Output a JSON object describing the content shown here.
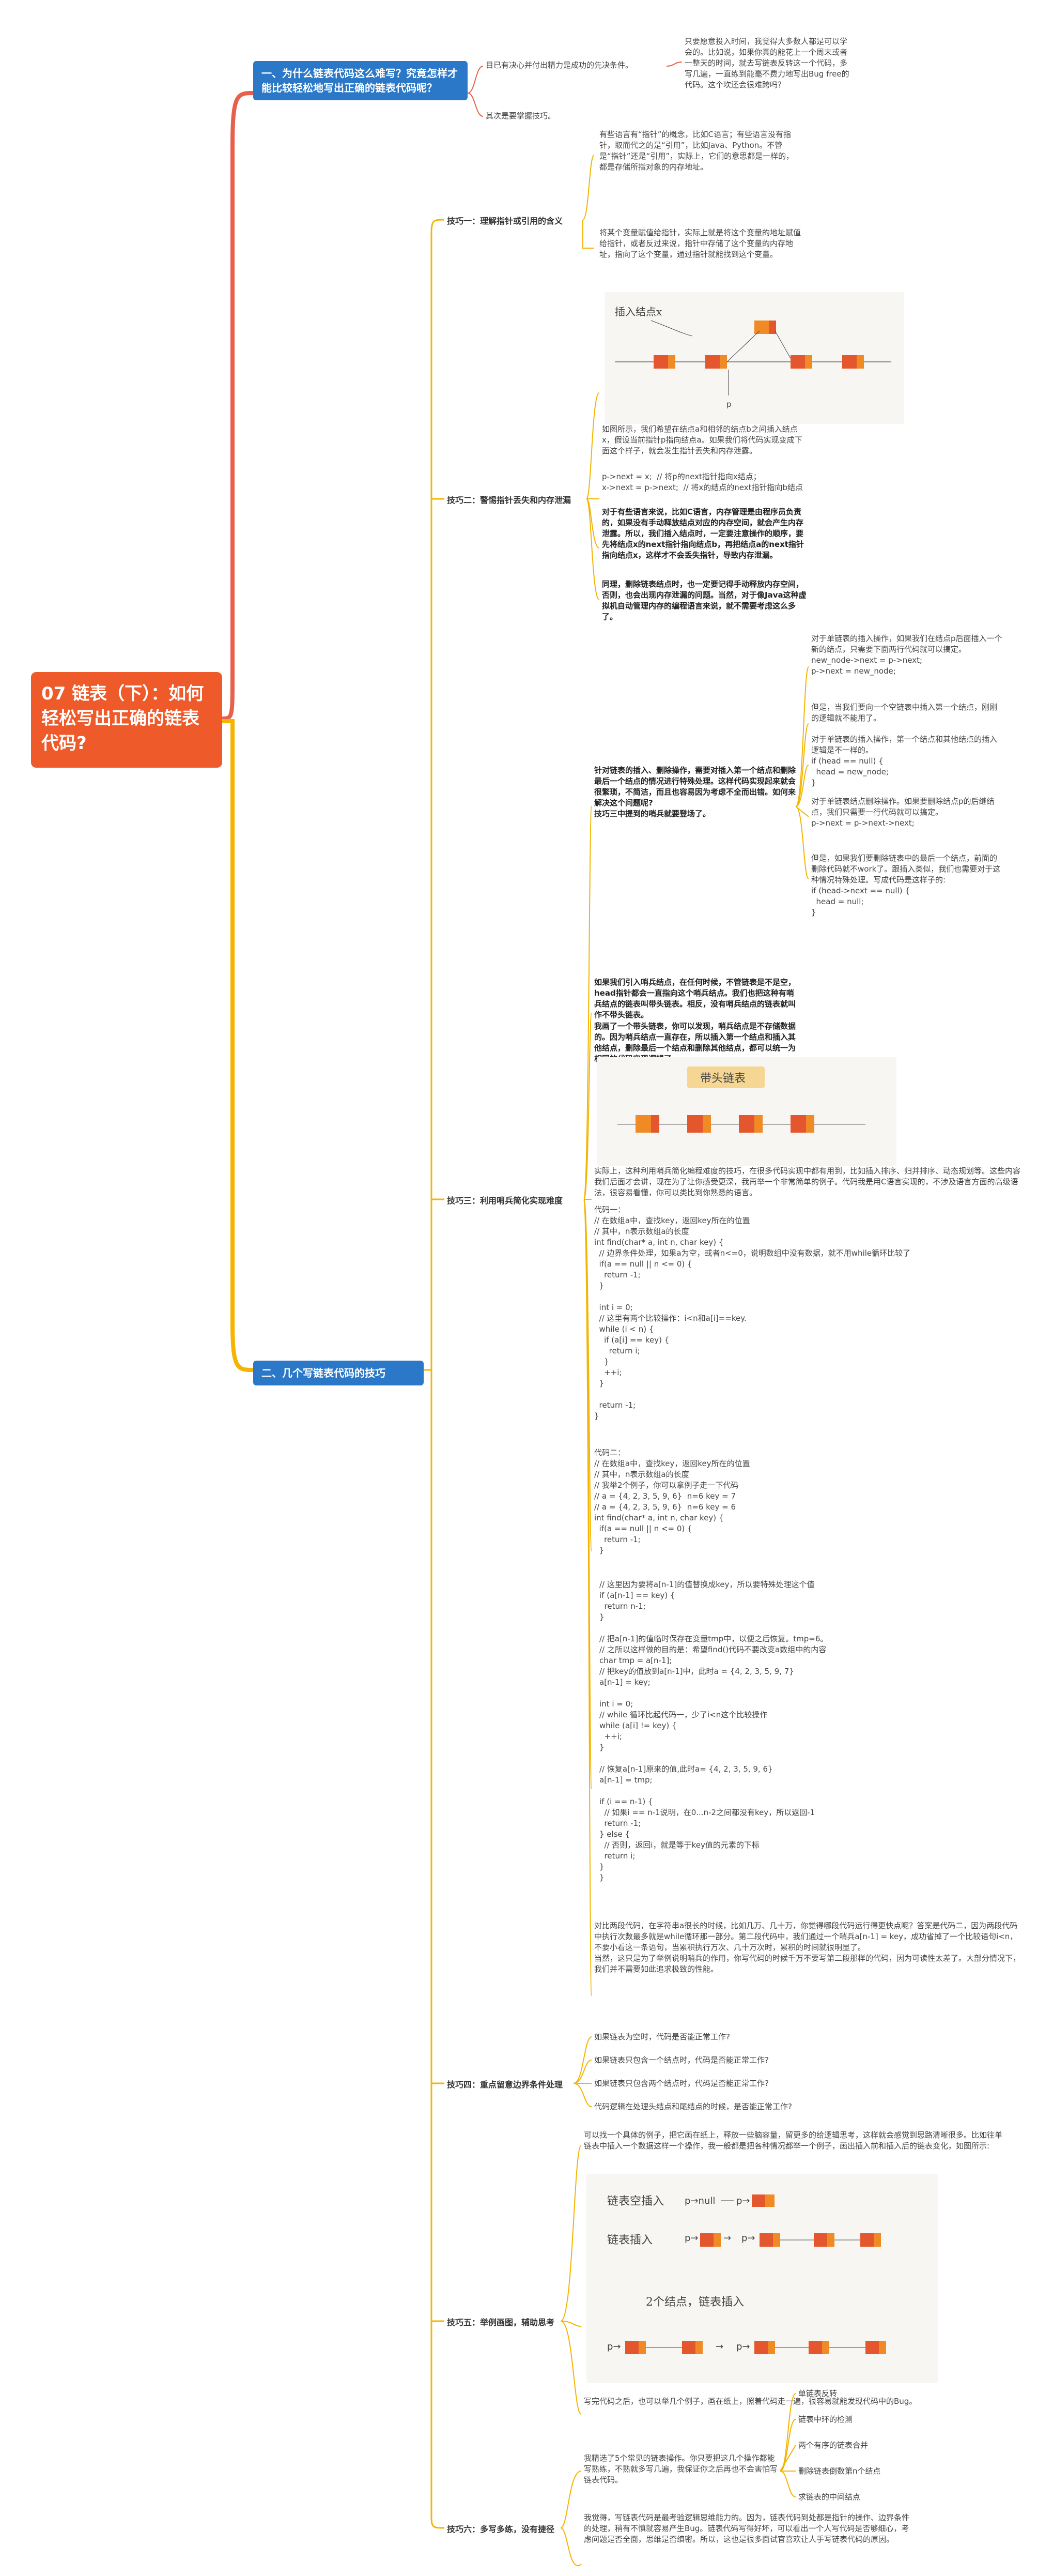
{
  "root": {
    "title": "07 链表（下）：如何轻松写出正确的链表代码?"
  },
  "colors": {
    "root": "#ef5a2a",
    "branch1": "#e8604c",
    "branch2": "#f4b400",
    "topic": "#2a78c7",
    "node_orange": "#f08a24",
    "node_red": "#e4572e"
  },
  "branch1": {
    "title": "一、为什么链表代码这么难写？究竟怎样才能比较轻松地写出正确的链表代码呢？",
    "child1": "只要愿意投入时间，我觉得大多数人都是可以学会的。比如说，如果你真的能花上一个周末或者一整天的时间，就去写链表反转这一个代码，多写几遍，一直练到能毫不费力地写出Bug free的代码。这个坎还会很难跨吗？",
    "child1_parent": "目已有决心并付出精力是成功的先决条件。",
    "child2": "其次是要掌握技巧。"
  },
  "branch2": {
    "title": "二、几个写链表代码的技巧",
    "tips": [
      {
        "label": "技巧一：理解指针或引用的含义",
        "notes": [
          "有些语言有“指针”的概念，比如C语言；有些语言没有指针，取而代之的是“引用”，比如Java、Python。不管是“指针”还是“引用”，实际上，它们的意思都是一样的，都是存储所指对象的内存地址。",
          "将某个变量赋值给指针，实际上就是将这个变量的地址赋值给指针，或者反过来说，指针中存储了这个变量的内存地址，指向了这个变量，通过指针就能找到这个变量。"
        ]
      },
      {
        "label": "技巧二：警惕指针丢失和内存泄漏",
        "sketch_caption": "插入结点x",
        "notes": [
          "如图所示，我们希望在结点a和相邻的结点b之间插入结点x，假设当前指针p指向结点a。如果我们将代码实现变成下面这个样子，就会发生指针丢失和内存泄露。",
          "p->next = x;  // 将p的next指针指向x结点；\nx->next = p->next;  // 将x的结点的next指针指向b结点"
        ],
        "bold_notes": [
          "对于有些语言来说，比如C语言，内存管理是由程序员负责的，如果没有手动释放结点对应的内存空间，就会产生内存泄露。所以，我们插入结点时，一定要注意操作的顺序，要先将结点x的next指针指向结点b，再把结点a的next指针指向结点x，这样才不会丢失指针，导致内存泄漏。",
          "同理，删除链表结点时，也一定要记得手动释放内存空间，否则，也会出现内存泄漏的问题。当然，对于像Java这种虚拟机自动管理内存的编程语言来说，就不需要考虑这么多了。"
        ]
      },
      {
        "label": "技巧三：利用哨兵简化实现难度",
        "intro": "针对链表的插入、删除操作，需要对插入第一个结点和删除最后一个结点的情况进行特殊处理。这样代码实现起来就会很繁琐，不简洁，而且也容易因为考虑不全而出错。如何来解决这个问题呢?\n技巧三中提到的哨兵就要登场了。",
        "right_notes": [
          "对于单链表的插入操作，如果我们在结点p后面插入一个新的结点，只需要下面两行代码就可以搞定。\nnew_node->next = p->next;\np->next = new_node;",
          "但是，当我们要向一个空链表中插入第一个结点，刚刚的逻辑就不能用了。",
          "对于单链表的插入操作，第一个结点和其他结点的插入逻辑是不一样的。\nif (head == null) {\n  head = new_node;\n}",
          "对于单链表结点删除操作。如果要删除结点p的后继结点，我们只需要一行代码就可以搞定。\np->next = p->next->next;",
          "但是，如果我们要删除链表中的最后一个结点，前面的删除代码就不work了。跟插入类似，我们也需要对于这种情况特殊处理。写成代码是这样子的:\nif (head->next == null) {\n  head = null;\n}"
        ],
        "sentinel_bold": [
          "如果我们引入哨兵结点，在任何时候，不管链表是不是空，head指针都会一直指向这个哨兵结点。我们也把这种有哨兵结点的链表叫带头链表。相反，没有哨兵结点的链表就叫作不带头链表。",
          "我画了一个带头链表，你可以发现，哨兵结点是不存储数据的。因为哨兵结点一直存在，所以插入第一个结点和插入其他结点，删除最后一个结点和删除其他结点，都可以统一为相同的代码实现逻辑了。"
        ],
        "sketch_caption": "带头链表",
        "after": "实际上，这种利用哨兵简化编程难度的技巧，在很多代码实现中都有用到，比如插入排序、归并排序、动态规划等。这些内容我们后面才会讲，现在为了让你感受更深，我再举一个非常简单的例子。代码我是用C语言实现的，不涉及语言方面的高级语法，很容易看懂，你可以类比到你熟悉的语言。",
        "code1": "代码一：\n// 在数组a中，查找key，返回key所在的位置\n// 其中，n表示数组a的长度\nint find(char* a, int n, char key) {\n  // 边界条件处理，如果a为空，或者n<=0，说明数组中没有数据，就不用while循环比较了\n  if(a == null || n <= 0) {\n    return -1;\n  }\n\n  int i = 0;\n  // 这里有两个比较操作：i<n和a[i]==key.\n  while (i < n) {\n    if (a[i] == key) {\n      return i;\n    }\n    ++i;\n  }\n\n  return -1;\n}",
        "code2": "代码二：\n// 在数组a中，查找key，返回key所在的位置\n// 其中，n表示数组a的长度\n// 我举2个例子，你可以拿例子走一下代码\n// a = {4, 2, 3, 5, 9, 6}  n=6 key = 7\n// a = {4, 2, 3, 5, 9, 6}  n=6 key = 6\nint find(char* a, int n, char key) {\n  if(a == null || n <= 0) {\n    return -1;\n  }",
        "code3": "// 这里因为要将a[n-1]的值替换成key，所以要特殊处理这个值\nif (a[n-1] == key) {\n  return n-1;\n}\n\n// 把a[n-1]的值临时保存在变量tmp中，以便之后恢复。tmp=6。\n// 之所以这样做的目的是：希望find()代码不要改变a数组中的内容\nchar tmp = a[n-1];\n// 把key的值放到a[n-1]中，此时a = {4, 2, 3, 5, 9, 7}\na[n-1] = key;\n\nint i = 0;\n// while 循环比起代码一，少了i<n这个比较操作\nwhile (a[i] != key) {\n  ++i;\n}\n\n// 恢复a[n-1]原来的值,此时a= {4, 2, 3, 5, 9, 6}\na[n-1] = tmp;\n\nif (i == n-1) {\n  // 如果i == n-1说明，在0...n-2之间都没有key，所以返回-1\n  return -1;\n} else {\n  // 否则，返回i，就是等于key值的元素的下标\n  return i;\n}\n}",
        "conclusion": "对比两段代码，在字符串a很长的时候，比如几万、几十万，你觉得哪段代码运行得更快点呢？答案是代码二，因为两段代码中执行次数最多就是while循环那一部分。第二段代码中，我们通过一个哨兵a[n-1] = key，成功省掉了一个比较语句i<n，不要小看这一条语句，当累积执行万次、几十万次时，累积的时间就很明显了。\n当然，这只是为了举例说明哨兵的作用，你写代码的时候千万不要写第二段那样的代码，因为可读性太差了。大部分情况下，我们并不需要如此追求极致的性能。"
      },
      {
        "label": "技巧四：重点留意边界条件处理",
        "checks": [
          "如果链表为空时，代码是否能正常工作?",
          "如果链表只包含一个结点时，代码是否能正常工作?",
          "如果链表只包含两个结点时，代码是否能正常工作?",
          "代码逻辑在处理头结点和尾结点的时候，是否能正常工作?"
        ]
      },
      {
        "label": "技巧五：举例画图，辅助思考",
        "intro": "可以找一个具体的例子，把它画在纸上，释放一些脑容量，留更多的给逻辑思考，这样就会感觉到思路清晰很多。比如往单链表中插入一个数据这样一个操作，我一般都是把各种情况都举一个例子，画出插入前和插入后的链表变化，如图所示:",
        "sketch_captions": [
          "链表空插入",
          "链表插入",
          "2个结点，链表插入"
        ],
        "after": "写完代码之后，也可以举几个例子，画在纸上，照着代码走一遍，很容易就能发现代码中的Bug。"
      },
      {
        "label": "技巧六：多写多练，没有捷径",
        "intro": "我精选了5个常见的链表操作。你只要把这几个操作都能写熟练，不熟就多写几遍，我保证你之后再也不会害怕写链表代码。",
        "ops": [
          "单链表反转",
          "链表中环的检测",
          "两个有序的链表合并",
          "删除链表倒数第n个结点",
          "求链表的中间结点"
        ],
        "after": "我觉得，写链表代码是最考验逻辑思维能力的。因为，链表代码到处都是指针的操作、边界条件的处理，稍有不慎就容易产生Bug。链表代码写得好坏，可以看出一个人写代码是否够细心，考虑问题是否全面，思维是否缜密。所以，这也是很多面试官喜欢让人手写链表代码的原因。"
      }
    ]
  }
}
